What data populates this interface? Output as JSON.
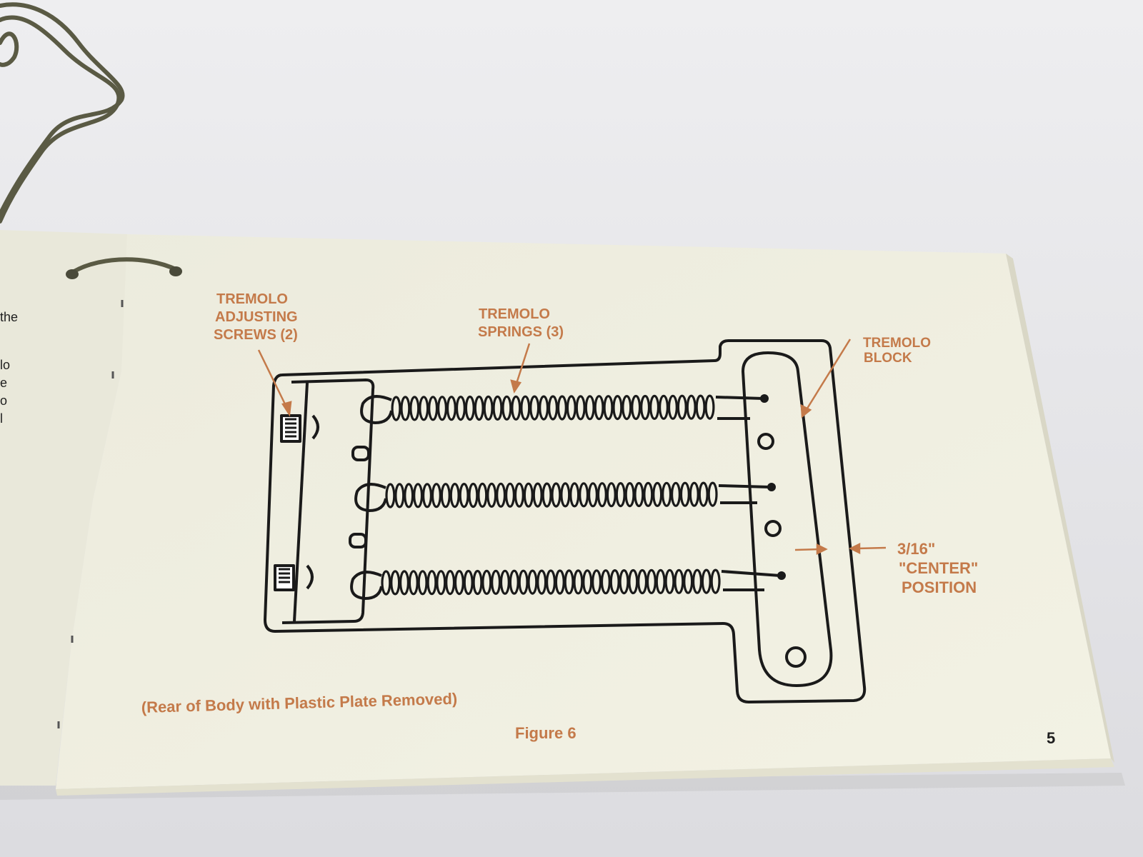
{
  "labels": {
    "screws": [
      "TREMOLO",
      "ADJUSTING",
      "SCREWS (2)"
    ],
    "springs": [
      "TREMOLO",
      "SPRINGS (3)"
    ],
    "block": [
      "TREMOLO",
      "BLOCK"
    ],
    "gap": [
      "3/16\"",
      "\"CENTER\"",
      "POSITION"
    ]
  },
  "caption": "(Rear of Body with Plastic Plate Removed)",
  "figure_label": "Figure 6",
  "page_number": "5",
  "left_page_fragments": [
    "the",
    "lo",
    "e",
    "o",
    "l"
  ],
  "colors": {
    "background": "#e7e7ea",
    "paper": "#eeeee0",
    "ink_orange": "#c47a4a",
    "ink_black": "#1a1a1a",
    "string": "#5a5a44"
  }
}
